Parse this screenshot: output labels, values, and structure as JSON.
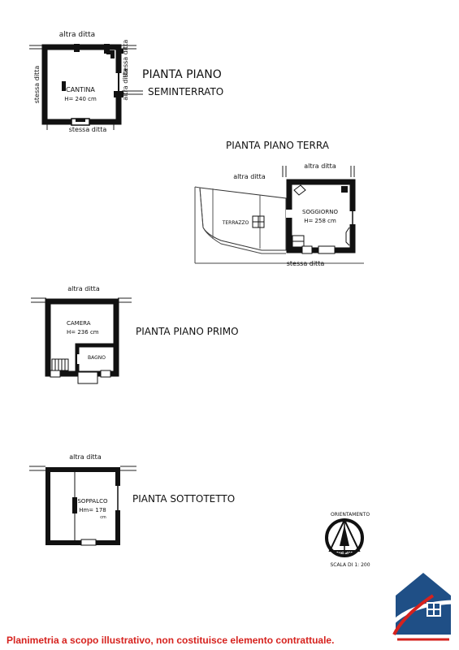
{
  "floors": {
    "seminterrato": {
      "title_line1": "PIANTA PIANO",
      "title_line2": "SEMINTERRATO",
      "room_name": "CANTINA",
      "room_height": "H= 240 cm",
      "label_top": "altra ditta",
      "label_left": "stessa ditta",
      "label_right_upper": "stessa ditta",
      "label_right_lower": "altra ditta",
      "label_bottom": "stessa ditta"
    },
    "terra": {
      "title": "PIANTA PIANO TERRA",
      "room_name": "SOGGIORNO",
      "room_height": "H= 258 cm",
      "terrace": "TERRAZZO",
      "label_top_left": "altra ditta",
      "label_top_right": "altra ditta",
      "label_bottom": "stessa ditta"
    },
    "primo": {
      "title": "PIANTA PIANO PRIMO",
      "room_name": "CAMERA",
      "room_height": "H= 236 cm",
      "bath": "BAGNO",
      "label_top": "altra ditta"
    },
    "sottotetto": {
      "title": "PIANTA SOTTOTETTO",
      "room_name": "SOPPALCO",
      "room_height": "Hm= 178",
      "room_height_unit": "cm",
      "label_top": "altra ditta"
    }
  },
  "orientation": {
    "title": "ORIENTAMENTO",
    "north": "NORD",
    "scale": "SCALA DI 1: 200"
  },
  "disclaimer": "Planimetria a scopo illustrativo, non costituisce elemento contrattuale.",
  "colors": {
    "disclaimer": "#d6221e",
    "logo_blue": "#1f4f86",
    "logo_red": "#d6221e"
  }
}
